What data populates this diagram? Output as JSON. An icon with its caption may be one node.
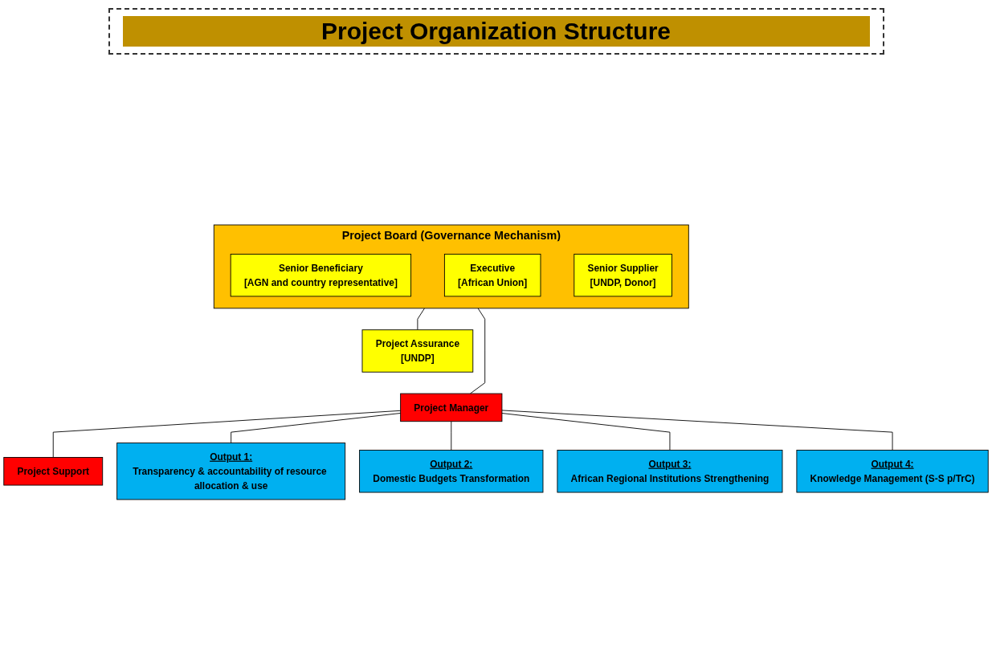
{
  "diagram": {
    "title": "Project Organization Structure",
    "nodes": [
      {
        "text": [
          "Project Board (Governance Mechanism)"
        ]
      },
      {
        "text": [
          "Senior Beneficiary",
          "[AGN and country representative]"
        ],
        "in": 0
      },
      {
        "text": [
          "Executive",
          "[African Union]"
        ],
        "in": 0
      },
      {
        "text": [
          "Senior Supplier",
          "[UNDP, Donor]"
        ],
        "in": 0
      },
      {
        "text": [
          "Project Assurance",
          "[UNDP]"
        ]
      },
      {
        "text": [
          "Project Manager"
        ]
      },
      {
        "text": [
          "Project Support"
        ]
      },
      {
        "text": [
          "Output 1:",
          "Transparency & accountability of resource allocation & use"
        ]
      },
      {
        "text": [
          "Output 2:",
          "Domestic Budgets Transformation"
        ]
      },
      {
        "text": [
          "Output 3:",
          "African Regional Institutions Strengthening"
        ]
      },
      {
        "text": [
          "Output 4:",
          "Knowledge Management (S-S p/TrC)"
        ]
      }
    ],
    "edges": [
      {
        "from": 0,
        "to": 4,
        "arrow": "none"
      },
      {
        "from": 0,
        "to": 5,
        "arrow": "none"
      },
      {
        "from": 5,
        "to": 6,
        "arrow": "none"
      },
      {
        "from": 5,
        "to": 7,
        "arrow": "none"
      },
      {
        "from": 5,
        "to": 8,
        "arrow": "none"
      },
      {
        "from": 5,
        "to": 9,
        "arrow": "none"
      },
      {
        "from": 5,
        "to": 10,
        "arrow": "none"
      }
    ]
  }
}
